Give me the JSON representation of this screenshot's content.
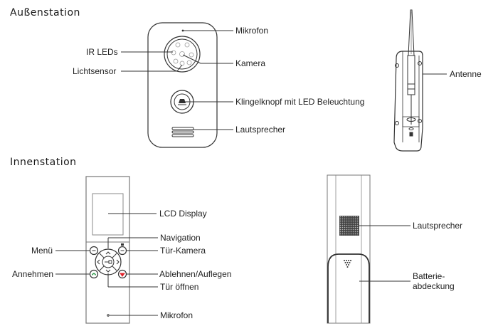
{
  "sections": {
    "outdoor": {
      "title": "Außenstation",
      "labels": {
        "mikrofon": "Mikrofon",
        "ir_leds": "IR LEDs",
        "kamera": "Kamera",
        "lichtsensor": "Lichtsensor",
        "klingelknopf": "Klingelknopf mit LED Beleuchtung",
        "lautsprecher": "Lautsprecher",
        "antenne": "Antenne"
      }
    },
    "indoor": {
      "title": "Innenstation",
      "labels": {
        "lcd_display": "LCD Display",
        "navigation": "Navigation",
        "menu": "Menü",
        "tuer_kamera": "Tür-Kamera",
        "annehmen": "Annehmen",
        "ablehnen": "Ablehnen/Auflegen",
        "tuer_oeffnen": "Tür öffnen",
        "mikrofon": "Mikrofon",
        "lautsprecher": "Lautsprecher",
        "batterie_line1": "Batterie-",
        "batterie_line2": "abdeckung"
      }
    }
  },
  "colors": {
    "accept_button": "#2e9a4a",
    "reject_button": "#e0242b",
    "line": "#333333"
  }
}
